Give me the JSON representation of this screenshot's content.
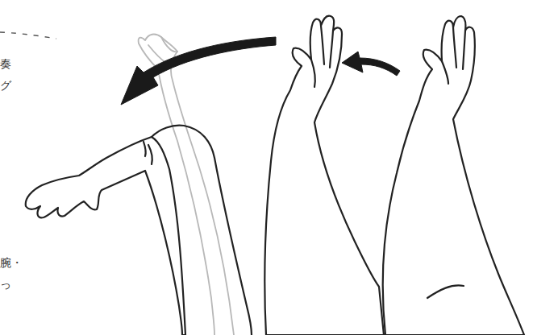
{
  "diagram": {
    "labels": [
      "奏",
      "グ",
      "腕・",
      "っ"
    ]
  }
}
